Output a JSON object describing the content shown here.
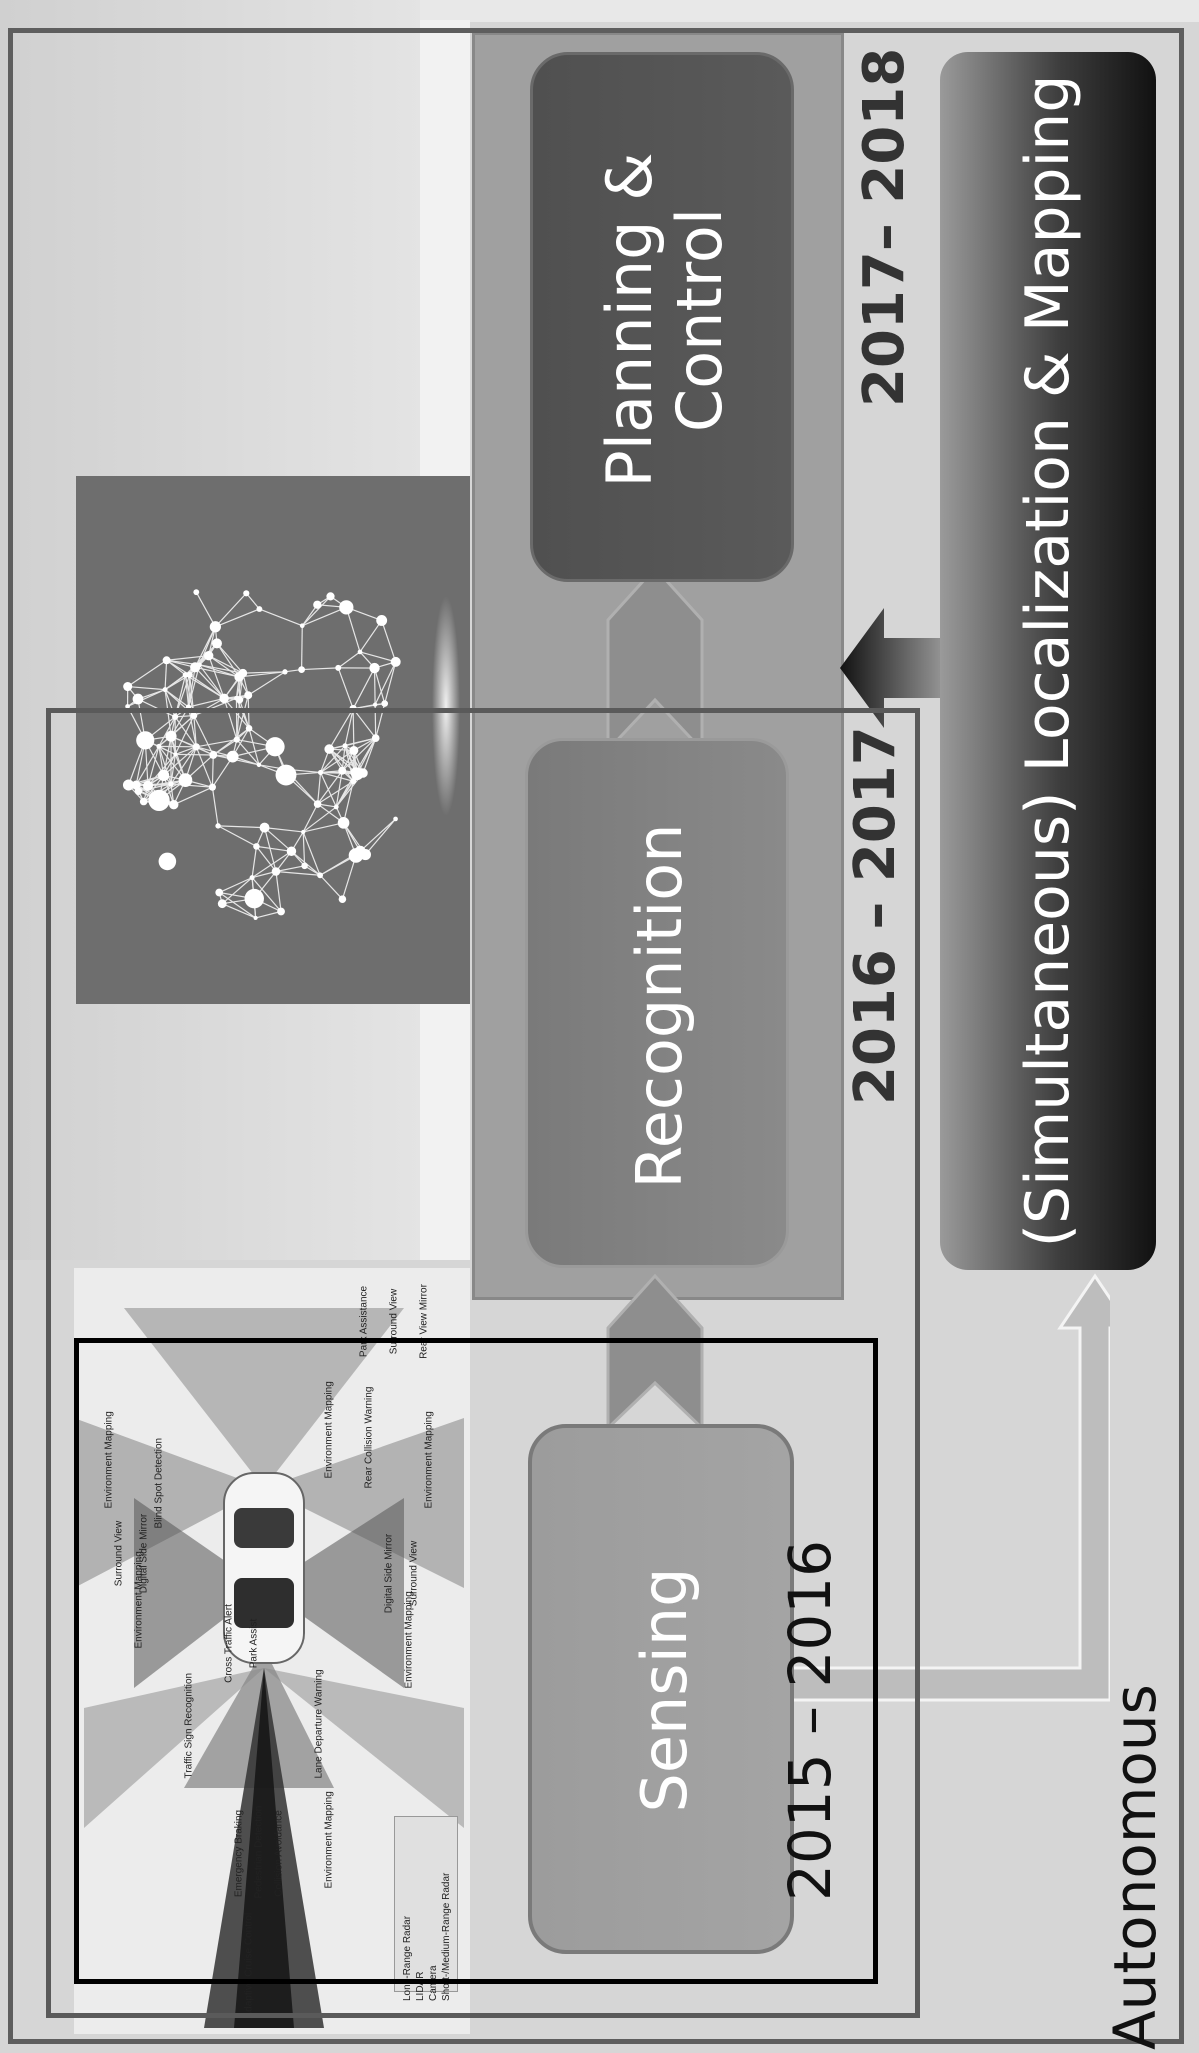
{
  "stages": {
    "planning": "Planning &\nControl",
    "recognition": "Recognition",
    "sensing": "Sensing",
    "localization": "(Simultaneous) Localization & Mapping"
  },
  "years": {
    "planning": "2017– 2018",
    "recognition": "2016 – 2017",
    "sensing": "2015 – 2016"
  },
  "footer": "Autonomous",
  "car_diagram": {
    "labels": [
      "Park Assistance",
      "Surround View",
      "Rear View Mirror",
      "Environment Mapping",
      "Rear Collision Warning",
      "Environment Mapping",
      "Environment Mapping",
      "Blind Spot Detection",
      "Surround View",
      "Digital Side Mirror",
      "Digital Side Mirror",
      "Surround View",
      "Environment Mapping",
      "Environment Mapping",
      "Cross Traffic Alert",
      "Park Assist",
      "Traffic Sign Recognition",
      "Lane Departure Warning",
      "Emergency Braking",
      "Pedestrian Detection",
      "Collision Avoidance",
      "Environment Mapping",
      "Adaptive Cruise Control"
    ],
    "legend": [
      "Long-Range Radar",
      "LIDAR",
      "Camera",
      "Short-/Medium-Range Radar"
    ]
  },
  "colors": {
    "planning_box": "#555555",
    "recognition_box": "#828282",
    "sensing_box": "#a0a0a0",
    "slam_dark": "#111111",
    "frame": "#5e5e5e"
  }
}
